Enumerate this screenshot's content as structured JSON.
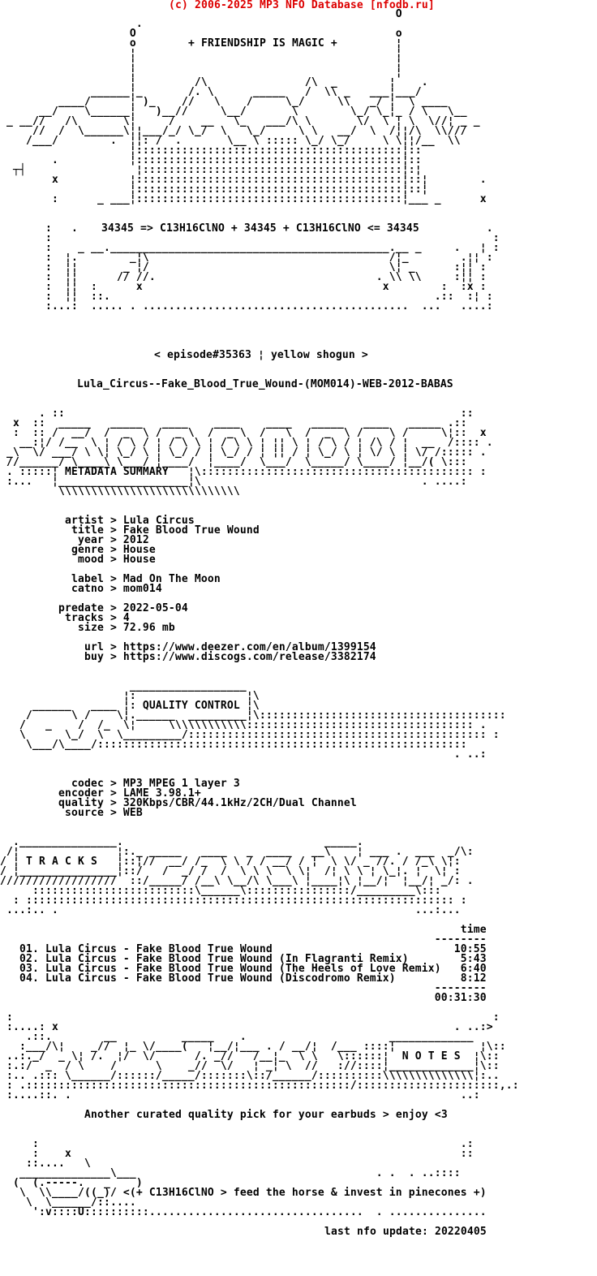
{
  "header": {
    "copyright": "(c) 2006-2025 MP3 NFO Database [nfodb.ru]"
  },
  "colors": {
    "header_red": "#dd0000",
    "text": "#000000",
    "background": "#ffffff"
  },
  "balloon_caption": "+ FRIENDSHIP IS MAGIC +",
  "chem_line": "34345 => C13H16ClNO + 34345 + C13H16ClNO <= 34345",
  "episode_line": "< episode#35363 ¦ yellow shogun >",
  "release_name": "Lula_Circus--Fake_Blood_True_Wound-(MOM014)-WEB-2012-BABAS",
  "banners": {
    "metadata_label": "METADATA SUMMARY",
    "quality_label": "QUALITY CONTROL",
    "tracks_label": "T R A C K S",
    "notes_label": "N O T E S"
  },
  "metadata": {
    "fields": {
      "artist": "Lula Circus",
      "title": "Fake Blood True Wound",
      "year": "2012",
      "genre": "House",
      "mood": "House",
      "label": "Mad On The Moon",
      "catno": "mom014",
      "predate": "2022-05-04",
      "tracks": "4",
      "size": "72.96 mb",
      "url": "https://www.deezer.com/en/album/1399154",
      "buy": "https://www.discogs.com/release/3382174"
    },
    "lines": [
      "          artist > Lula Circus",
      "           title > Fake Blood True Wound",
      "            year > 2012",
      "           genre > House",
      "            mood > House",
      "",
      "           label > Mad On The Moon",
      "           catno > mom014",
      "",
      "         predate > 2022-05-04",
      "          tracks > 4",
      "            size > 72.96 mb",
      "",
      "             url > https://www.deezer.com/en/album/1399154",
      "             buy > https://www.discogs.com/release/3382174"
    ]
  },
  "quality": {
    "fields": {
      "codec": "MP3 MPEG 1 layer 3",
      "encoder": "LAME 3.98.1+",
      "quality": "320Kbps/CBR/44.1kHz/2CH/Dual Channel",
      "source": "WEB"
    },
    "lines": [
      "           codec > MP3 MPEG 1 layer 3",
      "         encoder > LAME 3.98.1+",
      "         quality > 320Kbps/CBR/44.1kHz/2CH/Dual Channel",
      "          source > WEB"
    ]
  },
  "tracks": {
    "time_header": "time",
    "rows": [
      {
        "no": "01",
        "title": "Lula Circus - Fake Blood True Wound",
        "time": "10:55"
      },
      {
        "no": "02",
        "title": "Lula Circus - Fake Blood True Wound (In Flagranti Remix)",
        "time": "5:43"
      },
      {
        "no": "03",
        "title": "Lula Circus - Fake Blood True Wound (The Heels of Love Remix)",
        "time": "6:40"
      },
      {
        "no": "04",
        "title": "Lula Circus - Fake Blood True Wound (Discodromo Remix)",
        "time": "8:12"
      }
    ],
    "total": "00:31:30",
    "lines": [
      "                                                                       time",
      "                                                                   --------",
      "   01. Lula Circus - Fake Blood True Wound                            10:55",
      "   02. Lula Circus - Fake Blood True Wound (In Flagranti Remix)        5:43",
      "   03. Lula Circus - Fake Blood True Wound (The Heels of Love Remix)   6:40",
      "   04. Lula Circus - Fake Blood True Wound (Discodromo Remix)          8:12",
      "                                                                   --------",
      "                                                                   00:31:30"
    ]
  },
  "notes_message": "Another curated quality pick for your earbuds > enjoy <3",
  "horse_caption": "<(+ C13H16ClNO > feed the horse & invest in pinecones +)",
  "footer": {
    "last_update": "last nfo update: 20220405"
  },
  "art": {
    "top": [
      "                                                             O",
      "                     .",
      "                    O                                        o",
      "                    o                                        ¦",
      "                    ¦                                        ¦",
      "                    ¦                                        ¦",
      "                    ¦                                        ¦",
      "                    ¦         /\\               /\\  _        ¦    .",
      "              ______¦_       /. \\      _____   /  \\\\ _   ___¦___/",
      "         ____/      ¦ )_    //   \\    /     \\_/     \\\\   _/ ¦  \\ ____",
      "      __/    \\______¦   )__//     \\__/       \\        \\_/ \\_¦_ / \\   \\__",
      " _ __//   /\\       \\¦     /    __   \\_   ___/\\ \\       \\/  \\ ¦ \\  \\//¦ _ _",
      "     //  /  \\______\\¦¦___/_/ \\_/  \\   \\_/     \\ \\   __/  \\  /¦¦/\\  \\\\///",
      "    /___/        .  ¦¦: /  .       \\__ \\ ::::: \\_/ \\_/     \\ \\¦¦/__  \\\\",
      "                    ¦:::::::::::::::::::::::::::::::::::::::::¦::",
      "        .           ¦:::::::::::::::::::::::::::::::::::::::::¦::",
      "  ┬┤                 ¦::::::::::::::::::::::::::::::::::::::::¦:¦",
      "        x           ¦:::::::::::::::::::::::::::::::::::::::::¦::¦        .",
      "                    ¦:::::::::::::::::::::::::::::::::::::::::¦::¦",
      "        :      _ ___¦:::::::::::::::::::::::::::::::::::::::::¦___ _      x",
      "",
      "",
      "       :   .                                                               .",
      "       :                                                                    :",
      "       :    _ __.___________________________________________.__ _     .   ¦ :",
      "       :  ¦.        _¦\\                                     /¦_        .¦¦ :",
      "       :  ¦¦       _ ¦/                                     \\¦ _      :¦¦ :",
      "       :  ¦¦      // //.                                  . \\\\ \\\\     :¦¦ :",
      "       :  ¦¦  :      x                                     x        :  :x :",
      "       :  ¦¦  ::.                                                  .::  :¦ :",
      "       :...:  ..... . .........................................  ...   ....:"
    ],
    "banner_metadata": [
      "      . ::                                                             ::",
      "  x  ::  _____   _____   ____    ____    ____   _____   ____   _____ .::",
      "  :  :: /  __/  /  _  \\ /  _ \\  /  _ \\  /   \\  /  _  \\ /    \\ /     \\¦::  x",
      "   __:¦/ /__  \\ ¦ / \\ / ¦ / \\ \\ ¦ / \\ \\ ¦ ¦¦ \\ ¦ / \\ / ¦ /\\ / ¦  __  /:::: .",
      " _\\  \\/ ___/ \\ \\¦ \\_/ \\ ¦ \\_/ / ¦ \\_/ / ¦ ¦¦ / ¦ \\_/ \\ ¦ \\/ \\ ¦ \\/ /::::: .",
      " //______/ \\____\\ \\___/ ¦____/  ¦____/  \\___/  \\_____/ \\____/ ¦__/( \\:::",
      " . :::::¦ METADATA SUMMARY   ¦\\:::::::::::::::::::::::::::::::::::::::::: :",
      " :...   ¦____________________¦\\                                  . ....:",
      "         \\\\\\\\\\\\\\\\\\\\\\\\\\\\\\\\\\\\\\\\\\\\\\\\\\\\\\\\"
    ],
    "banner_quality": [
      "                    __________________",
      "                   ¦:                 ¦\\",
      "     ______   ____ ¦: QUALITY CONTROL ¦\\",
      "    /      \\ /    \\¦.______  _________¦\\::::::::::::::::::::::::::::::::::::::",
      "   /   _    /  /_  \\¦     \\\\\\\\\\\\\\\\\\\\\\\\::::::::::::::::::::::::::::::::::: .",
      "   \\      \\_/  \\  \\_________/:::::::::::::::::::::::::::::::::::::::::::::: :",
      "    \\___/\\____/:::::::::::::::::::::::::::::::::::::::::::::::::::::::::",
      "                                                                      . ..:"
    ],
    "banner_tracks": [
      "  ._______________.                               _____.",
      " /¦               ¦:._ _____   ____   _  ____   __\\    ¦ ___ .  ___  _/\\:",
      "/ ¦ T R A C K S   ¦::¦//  __/ /_  \\ \\ / / __/ / ¦  \\ \\/ _ //. / /_\\ \\¦:",
      "/ ¦_______________¦::/   /  _/ /  /  \\ \\ \\  \\ \\¦  /¦ \\ \\ ¦ \\_¦. ¦  \\¦ :",
      "//////////////////  ::/_____/ /__\\ \\__/\\ \\___\\ ¦____¦\\ ¦__/¦  ¦__/¦ _/: .",
      "     :::::::::::::::::::::::::\\______\\::::::::::::::::/_________\\:::",
      "  : :::::::::::::::::::::::::::::::::::::::::::::::::::::::::::::::::: :",
      " ...:.. .                                                       ...:..."
    ],
    "banner_notes": [
      " :                                                                          :",
      " :....: x                                                             . ..:>",
      "    .::.        __          _____    .                      _____________",
      "   :___/\\¦    _//  ¦_ \\/____(   ¦__/¦___ . / __/¦  /___ ::::¦             ¦\\::",
      " ..:._/  _ \\¦ /.  ¦/  \\/      /. _//   /__¦_  \\ \\   \\::::::¦  N O T E S  ¦\\::",
      " :.:/  _  / \\    /      \\    _//  \\/   ¦ _¦ \\  //   ://::::¦_____________¦\\::",
      " :.. .::: \\______/::::::/_____/:::::::\\::/______/::::::::::\\\\\\\\\\\\\\\\\\\\\\\\\\\\¦:..",
      " : .::::::::::::::::::::::::::::::::::::::::::::::::::/::::::::::::::::::::::,.:",
      " :....::. .                                                            ..:"
    ],
    "horse": [
      "     :                                                                 .:",
      "     :    x                                                            ::",
      "    ::....   \\",
      "   ______________\\___                                     . .  . ..::::",
      "  (  (.-----.   _    )",
      "   \\  \\\\____/((_)/ <(+ C13H16ClNO > feed the horse & invest in pinecones +)",
      "    \\  \\______/::....",
      "     ':v::::U::::::::::.................................  . ..............."
    ]
  }
}
